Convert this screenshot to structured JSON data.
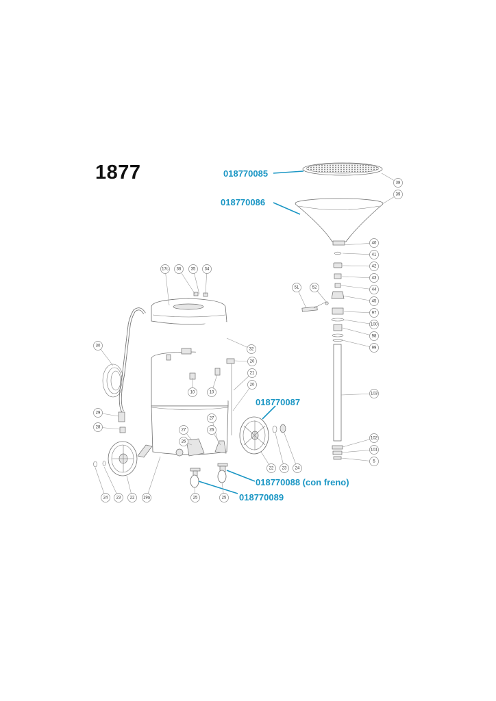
{
  "model_number": "1877",
  "accent_color": "#1a96c4",
  "code_labels": [
    {
      "id": "grid",
      "text": "018770085"
    },
    {
      "id": "funnel",
      "text": "018770086"
    },
    {
      "id": "wheel",
      "text": "018770087"
    },
    {
      "id": "caster-brake",
      "text": "018770088 (con freno)"
    },
    {
      "id": "caster",
      "text": "018770089"
    }
  ],
  "callouts": [
    "38",
    "39",
    "40",
    "41",
    "42",
    "43",
    "44",
    "45",
    "51",
    "52",
    "97",
    "100",
    "98",
    "99",
    "103",
    "102",
    "101",
    "5",
    "17c",
    "36",
    "35",
    "34",
    "32",
    "30",
    "20",
    "21",
    "20",
    "10",
    "10",
    "29",
    "28",
    "27",
    "27",
    "26",
    "26",
    "22",
    "23",
    "24",
    "24",
    "23",
    "22",
    "19a",
    "25",
    "25"
  ]
}
